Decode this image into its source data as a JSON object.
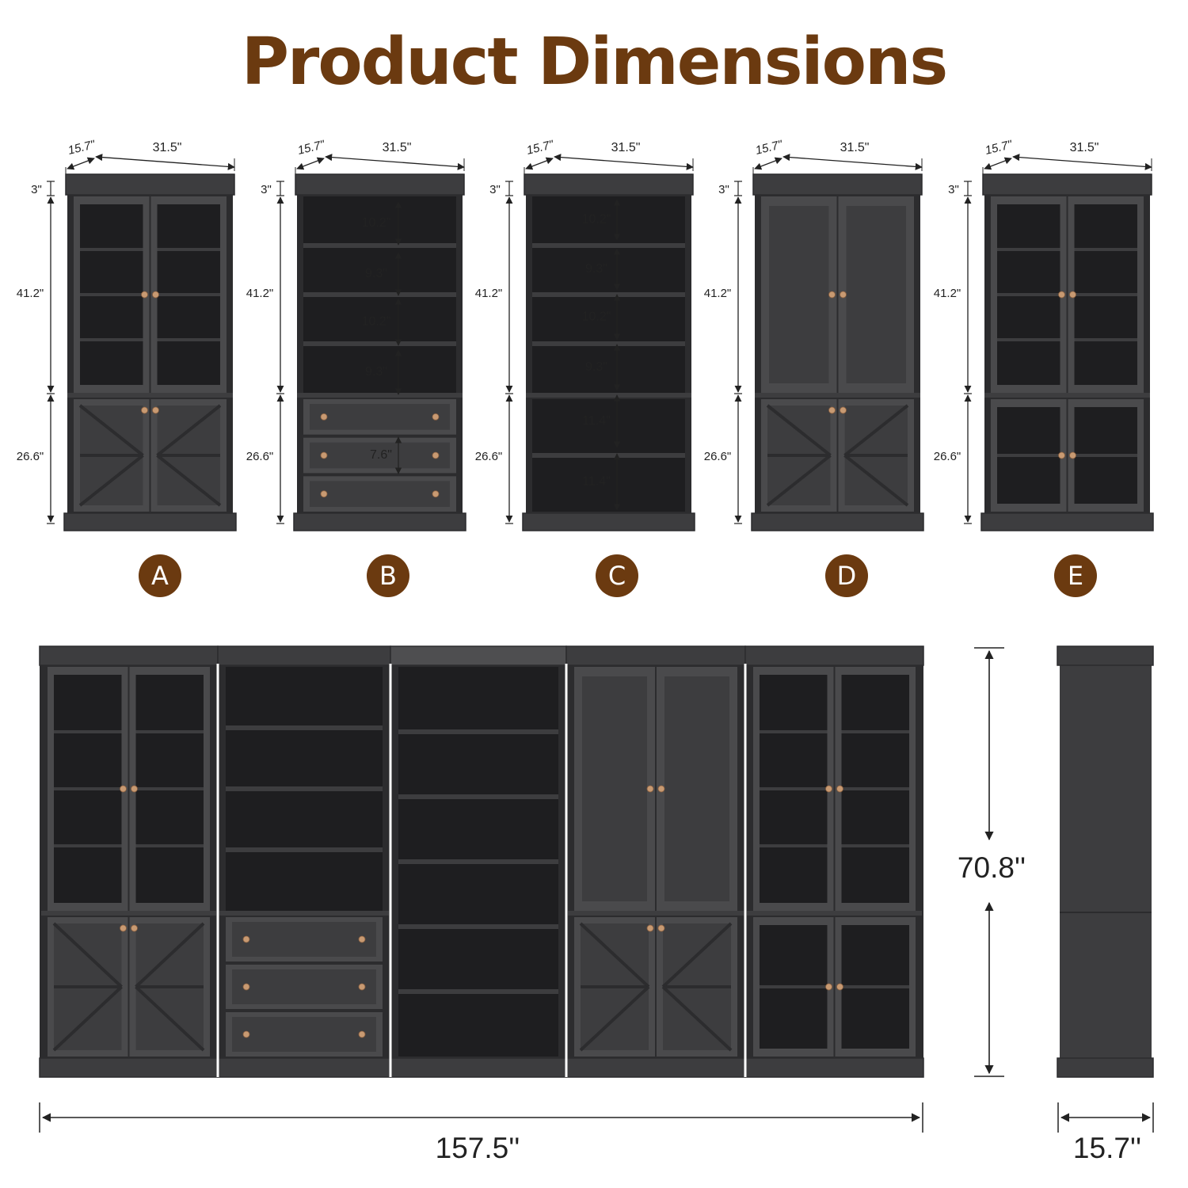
{
  "title": "Product Dimensions",
  "colors": {
    "title": "#6b3a10",
    "badge": "#6b3a10",
    "wood": "#3d3d3f",
    "wood_dark": "#2c2c2e",
    "wood_light": "#4a4a4c",
    "glass": "#1e1e20",
    "knob": "#c89a72",
    "line": "#222222"
  },
  "cabinets": [
    {
      "id": "A",
      "depth": "15.7\"",
      "width": "31.5\"",
      "top": "3\"",
      "upper": "41.2\"",
      "lower": "26.6\"",
      "upper_type": "glass",
      "lower_type": "barn",
      "shelf_dims": []
    },
    {
      "id": "B",
      "depth": "15.7\"",
      "width": "31.5\"",
      "top": "3\"",
      "upper": "41.2\"",
      "lower": "26.6\"",
      "upper_type": "open4",
      "lower_type": "drawers",
      "shelf_dims": [
        "10.2\"",
        "9.3\"",
        "10.2\"",
        "9.3\""
      ],
      "drawer_dim": "7.6\""
    },
    {
      "id": "C",
      "depth": "15.7\"",
      "width": "31.5\"",
      "top": "3\"",
      "upper": "41.2\"",
      "lower": "26.6\"",
      "upper_type": "open6",
      "lower_type": "open6",
      "shelf_dims": [
        "10.2\"",
        "9.3\"",
        "10.2\"",
        "9.3\"",
        "11.4\"",
        "11.4\""
      ]
    },
    {
      "id": "D",
      "depth": "15.7\"",
      "width": "31.5\"",
      "top": "3\"",
      "upper": "41.2\"",
      "lower": "26.6\"",
      "upper_type": "shaker",
      "lower_type": "barn",
      "shelf_dims": []
    },
    {
      "id": "E",
      "depth": "15.7\"",
      "width": "31.5\"",
      "top": "3\"",
      "upper": "41.2\"",
      "lower": "26.6\"",
      "upper_type": "glass",
      "lower_type": "glass",
      "shelf_dims": []
    }
  ],
  "combined": {
    "total_width": "157.5''",
    "total_height": "70.8''",
    "side_depth": "15.7''"
  }
}
